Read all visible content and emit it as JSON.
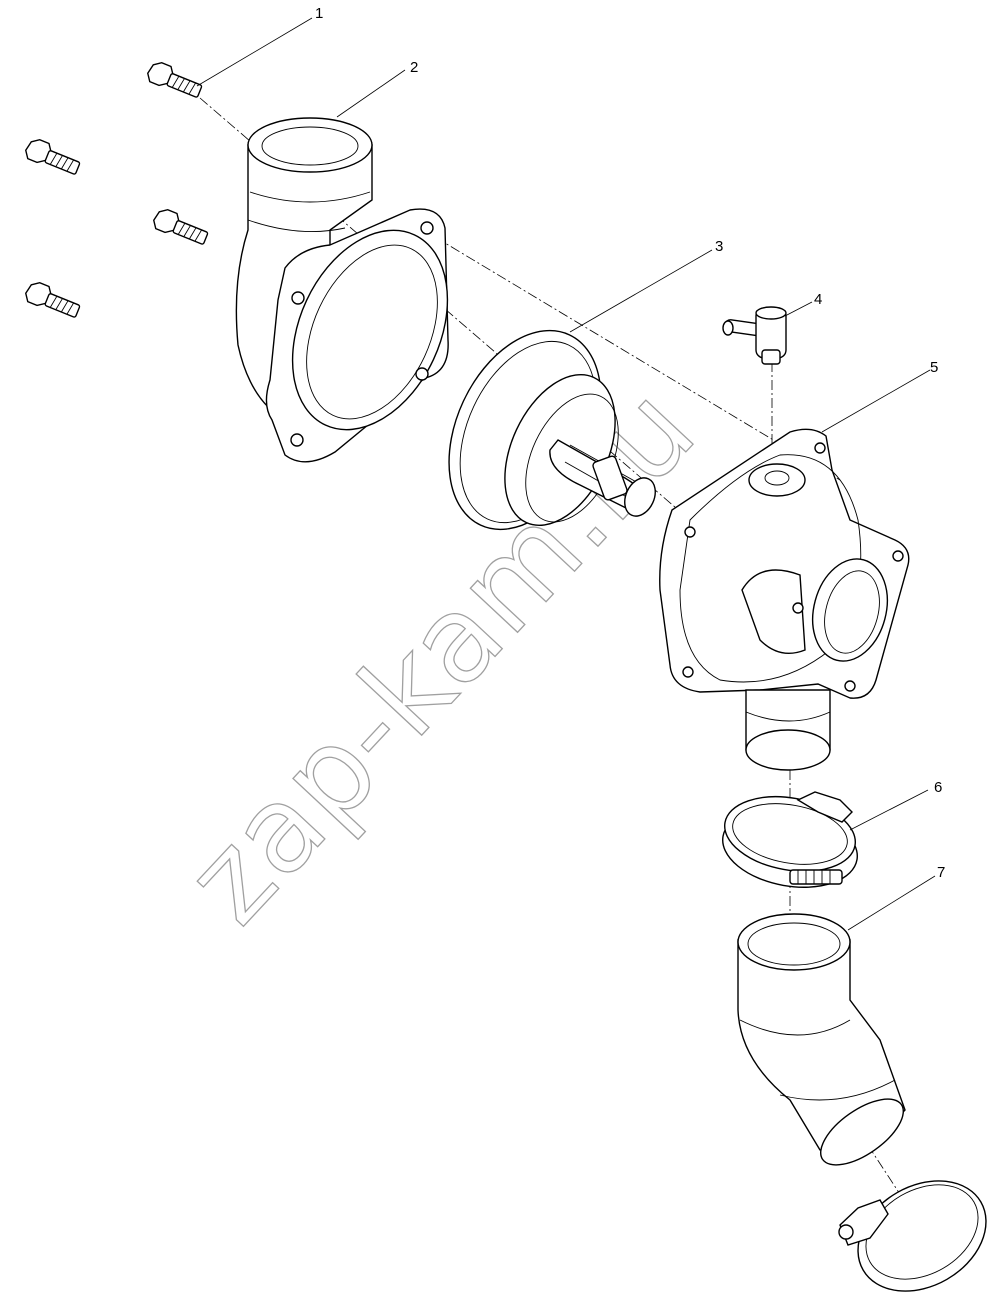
{
  "diagram": {
    "callouts": [
      "1",
      "2",
      "3",
      "4",
      "5",
      "6",
      "7"
    ],
    "watermark": "zap-kam.ru"
  }
}
